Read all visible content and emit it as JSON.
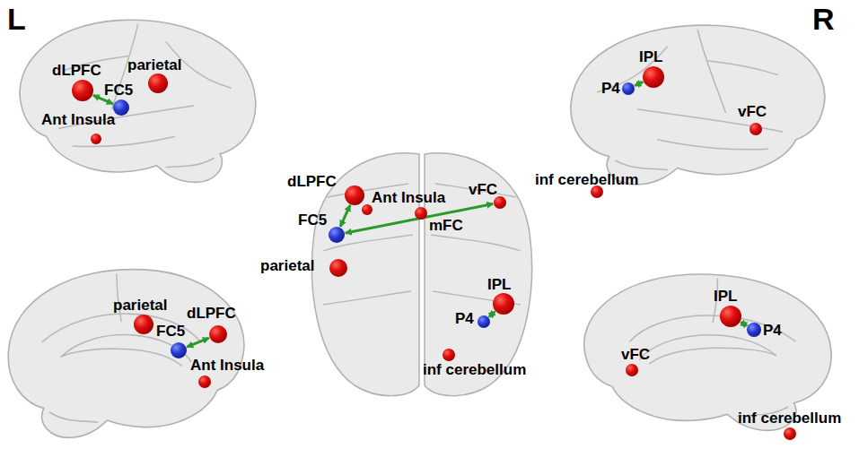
{
  "diagram": {
    "nodes": [
      {
        "text": [
          "dLPFC"
        ]
      },
      {
        "text": [
          "parietal"
        ]
      },
      {
        "text": [
          "FC5"
        ]
      },
      {
        "text": [
          "Ant Insula"
        ]
      },
      {
        "text": [
          "IPL"
        ]
      },
      {
        "text": [
          "P4"
        ]
      },
      {
        "text": [
          "vFC"
        ]
      },
      {
        "text": [
          "inf cerebellum"
        ]
      },
      {
        "text": [
          "dLPFC"
        ]
      },
      {
        "text": [
          "Ant Insula"
        ]
      },
      {
        "text": [
          "FC5"
        ]
      },
      {
        "text": [
          "mFC"
        ]
      },
      {
        "text": [
          "vFC"
        ]
      },
      {
        "text": [
          "parietal"
        ]
      },
      {
        "text": [
          "IPL"
        ]
      },
      {
        "text": [
          "P4"
        ]
      },
      {
        "text": [
          "inf cerebellum"
        ]
      },
      {
        "text": [
          "parietal"
        ]
      },
      {
        "text": [
          "dLPFC"
        ]
      },
      {
        "text": [
          "FC5"
        ]
      },
      {
        "text": [
          "Ant Insula"
        ]
      },
      {
        "text": [
          "IPL"
        ]
      },
      {
        "text": [
          "P4"
        ]
      },
      {
        "text": [
          "vFC"
        ]
      },
      {
        "text": [
          "inf cerebellum"
        ]
      }
    ],
    "edges": [
      {
        "from": 0,
        "to": 2,
        "arrow": "both"
      },
      {
        "from": 5,
        "to": 4,
        "arrow": "both"
      },
      {
        "from": 8,
        "to": 10,
        "arrow": "both"
      },
      {
        "from": 10,
        "to": 12,
        "arrow": "both"
      },
      {
        "from": 15,
        "to": 14,
        "arrow": "both"
      },
      {
        "from": 19,
        "to": 18,
        "arrow": "both"
      },
      {
        "from": 21,
        "to": 22,
        "arrow": "both"
      }
    ],
    "labels": [
      "L",
      "R"
    ]
  }
}
